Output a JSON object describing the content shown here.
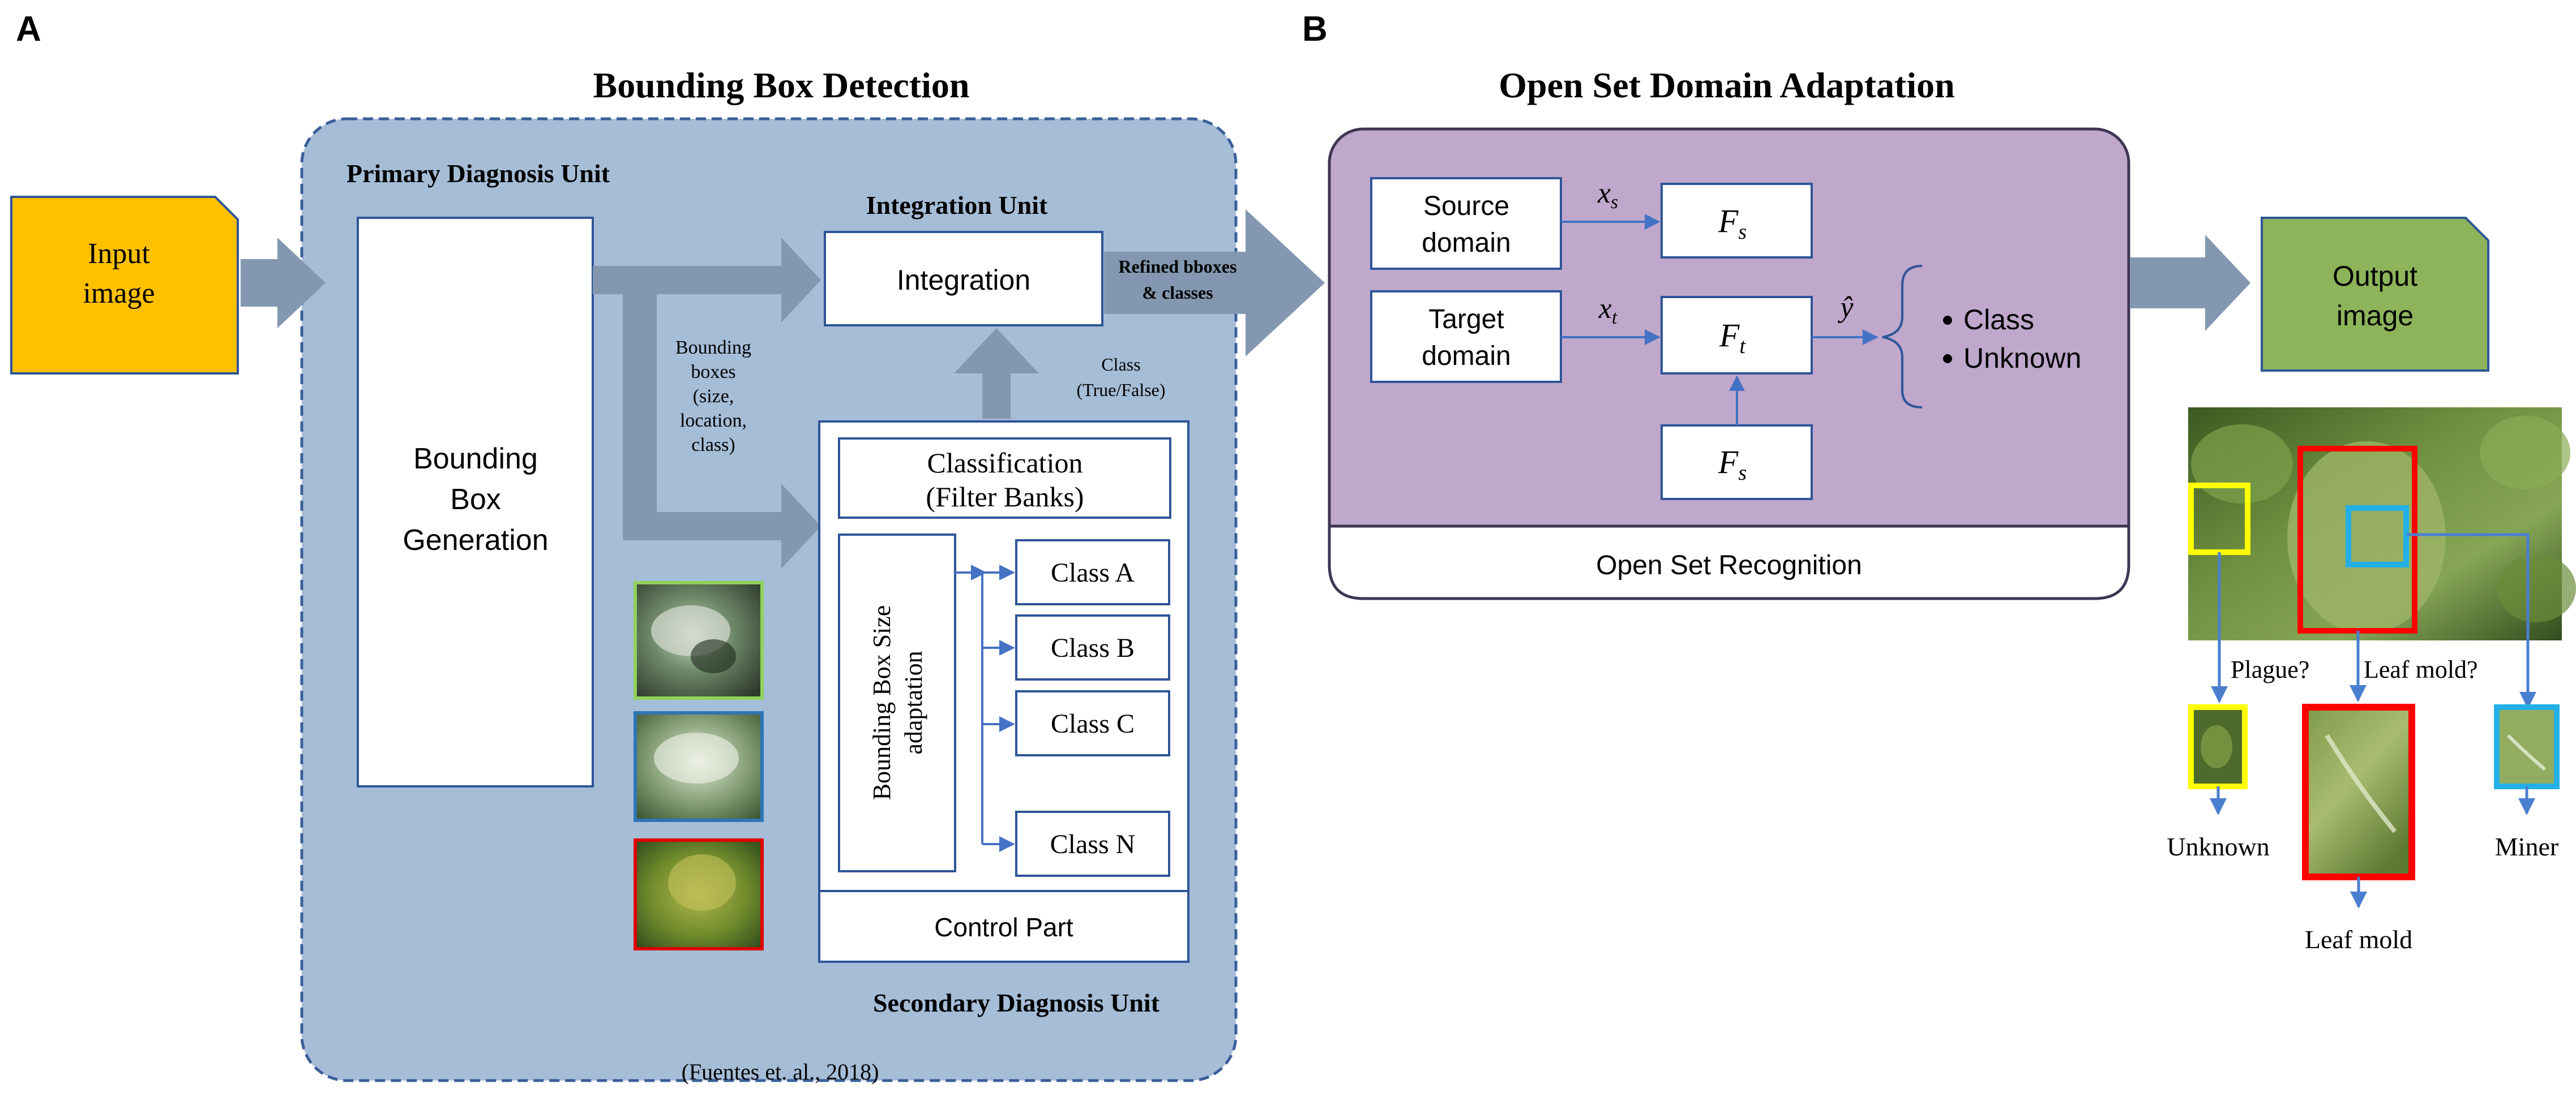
{
  "panels": {
    "a": {
      "letter": "A",
      "title": "Bounding Box Detection",
      "primary_unit": "Primary Diagnosis Unit",
      "integration_unit": "Integration Unit",
      "secondary_unit": "Secondary Diagnosis Unit",
      "citation": "(Fuentes et. al., 2018)",
      "input_line1": "Input",
      "input_line2": "image",
      "bbox_generation": [
        "Bounding",
        "Box",
        "Generation"
      ],
      "integration": "Integration",
      "refined_line1": "Refined bboxes",
      "refined_line2": "& classes",
      "bounding_boxes_label": [
        "Bounding",
        "boxes",
        "(size,",
        "location,",
        "class)"
      ],
      "class_true_false_line1": "Class",
      "class_true_false_line2": "(True/False)",
      "classification_line1": "Classification",
      "classification_line2": "(Filter Banks)",
      "size_adaptation_line1": "Bounding Box Size",
      "size_adaptation_line2": "adaptation",
      "classes": [
        "Class A",
        "Class B",
        "Class C",
        "Class N"
      ],
      "control_part": "Control Part"
    },
    "b": {
      "letter": "B",
      "title": "Open Set Domain Adaptation",
      "source_domain_line1": "Source",
      "source_domain_line2": "domain",
      "target_domain_line1": "Target",
      "target_domain_line2": "domain",
      "x_s_base": "x",
      "x_s_sub": "s",
      "x_t_base": "x",
      "x_t_sub": "t",
      "F_s_base": "F",
      "F_s_sub": "s",
      "F_t_base": "F",
      "F_t_sub": "t",
      "y_hat": "ŷ",
      "outputs": [
        "Class",
        "Unknown"
      ],
      "open_set_recognition": "Open Set Recognition",
      "output_line1": "Output",
      "output_line2": "image",
      "labels": {
        "plague": "Plague?",
        "leaf_mold_q": "Leaf mold?",
        "unknown": "Unknown",
        "leaf_mold": "Leaf mold",
        "miner": "Miner"
      }
    }
  },
  "colors": {
    "panel_a_fill": "#a6bdd7",
    "panel_a_border": "#3a5f99",
    "panel_b_fill": "#bfa8cc",
    "panel_b_border": "#3f3552",
    "arrow_fill": "#8398b0",
    "box_border": "#2f5597",
    "connector": "#4472c4",
    "input_fill": "#ffc000",
    "output_fill": "#8db45a",
    "highlight_yellow": "#ffff00",
    "highlight_red": "#ff0000",
    "highlight_blue": "#23b0e6",
    "thumb_border_green": "#8fd15a",
    "thumb_border_blue": "#2e75b6",
    "thumb_border_red": "#e00000"
  }
}
